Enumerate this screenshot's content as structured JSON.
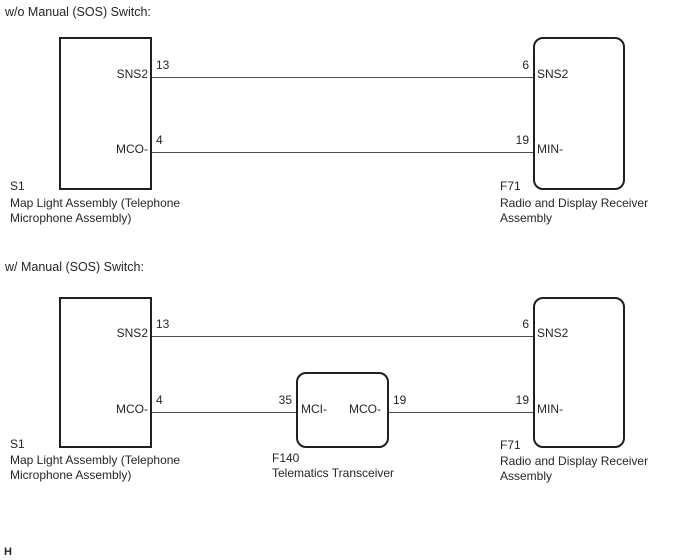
{
  "colors": {
    "background": "#ffffff",
    "box_border": "#1f1f1f",
    "wire": "#4c4c4c",
    "text": "#262626"
  },
  "diagram1": {
    "title": "w/o Manual (SOS) Switch:",
    "map_light": {
      "code": "S1",
      "caption_line1": "Map Light Assembly (Telephone",
      "caption_line2": "Microphone Assembly)",
      "pin_sns2": {
        "label": "SNS2",
        "terminal": "13"
      },
      "pin_mco": {
        "label": "MCO-",
        "terminal": "4"
      }
    },
    "radio": {
      "code": "F71",
      "caption_line1": "Radio and Display Receiver",
      "caption_line2": "Assembly",
      "pin_sns2": {
        "label": "SNS2",
        "terminal": "6"
      },
      "pin_min": {
        "label": "MIN-",
        "terminal": "19"
      }
    }
  },
  "diagram2": {
    "title": "w/ Manual (SOS) Switch:",
    "map_light": {
      "code": "S1",
      "caption_line1": "Map Light Assembly (Telephone",
      "caption_line2": "Microphone Assembly)",
      "pin_sns2": {
        "label": "SNS2",
        "terminal": "13"
      },
      "pin_mco": {
        "label": "MCO-",
        "terminal": "4"
      }
    },
    "telematics": {
      "code": "F140",
      "caption_line1": "Telematics Transceiver",
      "pin_mci": {
        "label": "MCI-",
        "terminal": "35"
      },
      "pin_mco": {
        "label": "MCO-",
        "terminal": "19"
      }
    },
    "radio": {
      "code": "F71",
      "caption_line1": "Radio and Display Receiver",
      "caption_line2": "Assembly",
      "pin_sns2": {
        "label": "SNS2",
        "terminal": "6"
      },
      "pin_min": {
        "label": "MIN-",
        "terminal": "19"
      }
    }
  },
  "footer": {
    "page_mark": "H"
  }
}
